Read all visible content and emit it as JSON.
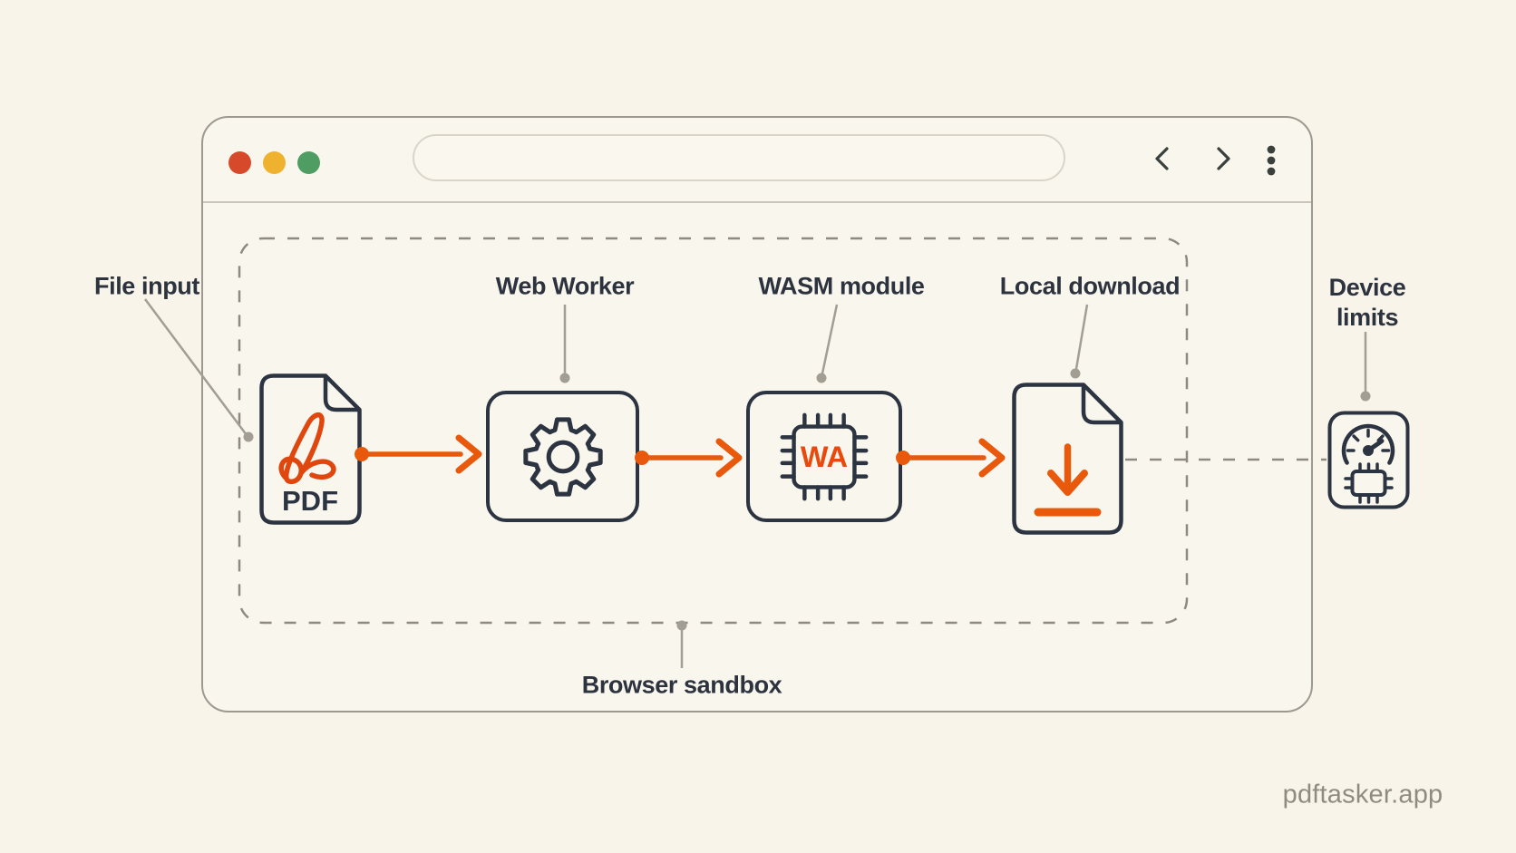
{
  "browser": {
    "traffic_lights": [
      {
        "name": "red",
        "color": "#d7492b"
      },
      {
        "name": "yellow",
        "color": "#eeb22e"
      },
      {
        "name": "green",
        "color": "#4f9d63"
      }
    ],
    "url_bar": {
      "value": ""
    },
    "nav_icons": [
      "chevron-left",
      "chevron-right",
      "kebab-menu"
    ]
  },
  "nodes": [
    {
      "id": "file-input",
      "label": "File input",
      "icon": "pdf-document",
      "badge": "PDF"
    },
    {
      "id": "web-worker",
      "label": "Web Worker",
      "icon": "gear"
    },
    {
      "id": "wasm-module",
      "label": "WASM module",
      "icon": "chip",
      "badge": "WA"
    },
    {
      "id": "local-download",
      "label": "Local download",
      "icon": "download-document"
    },
    {
      "id": "device-limits",
      "label": "Device limits",
      "icon": "speedometer-chip"
    }
  ],
  "sandbox": {
    "label": "Browser sandbox"
  },
  "watermark": "pdftasker.app",
  "colors": {
    "background": "#f8f4ea",
    "ink": "#2b3440",
    "accent_orange": "#e8590c",
    "logo_orange": "#df470e",
    "leader_gray": "#a29e94",
    "dashed_gray": "#8e8a80",
    "window_border": "#9d9991"
  }
}
